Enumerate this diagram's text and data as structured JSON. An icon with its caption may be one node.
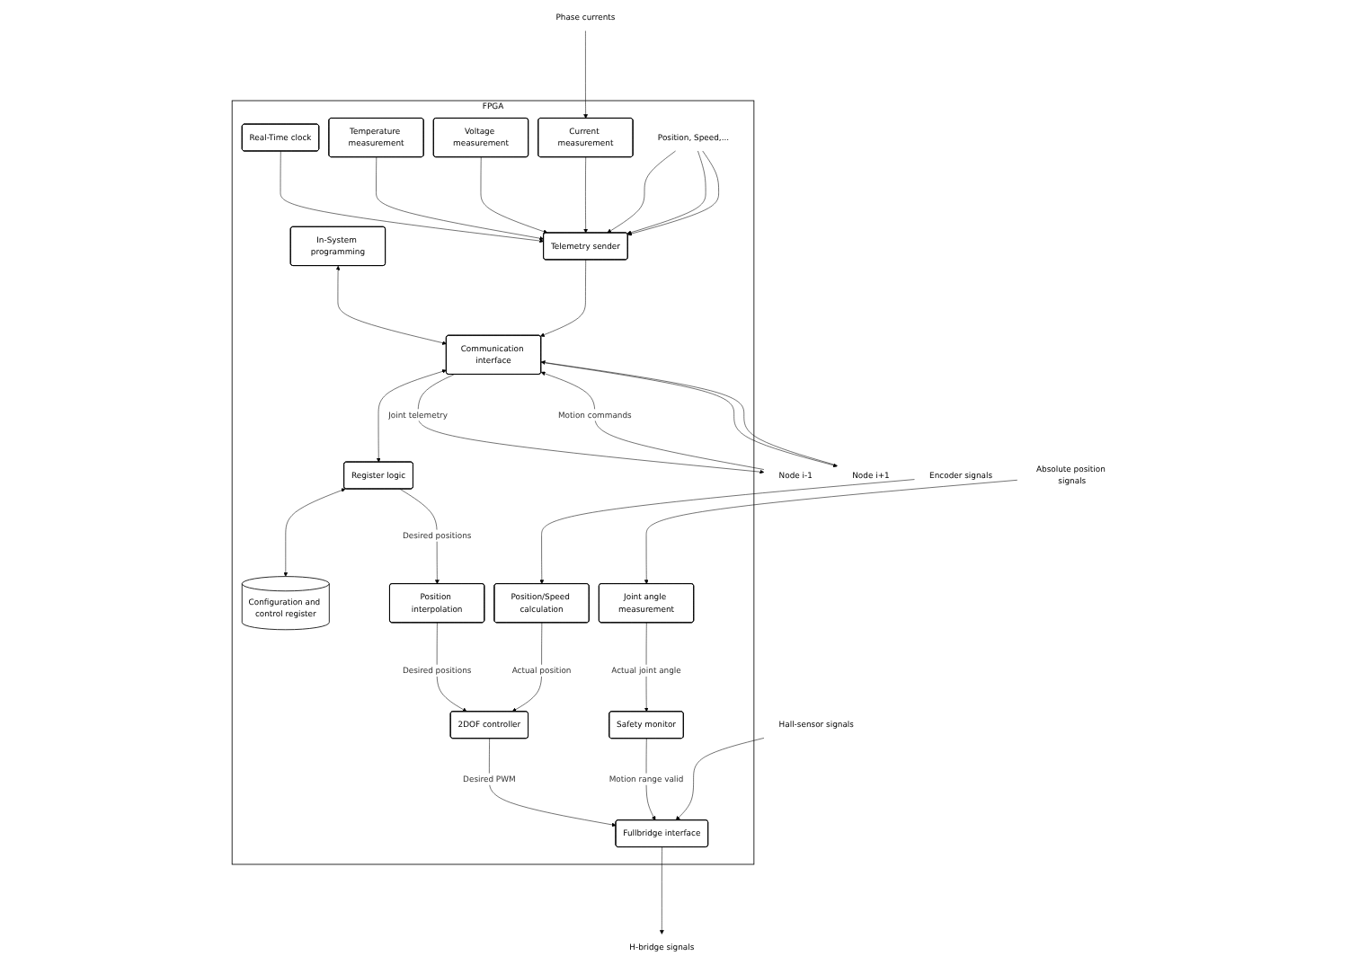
{
  "diagram": {
    "nodes": [
      {
        "text": [
          "FPGA"
        ]
      },
      {
        "text": [
          "Node i-1"
        ]
      },
      {
        "text": [
          "Node i+1"
        ]
      },
      {
        "text": [
          "Communication interface"
        ],
        "in": 0
      },
      {
        "text": [
          "In-System programming"
        ],
        "in": 0
      },
      {
        "text": [
          "Register logic"
        ],
        "in": 0
      },
      {
        "text": [
          "Configuration and control register"
        ],
        "in": 0
      },
      {
        "text": [
          "Real-Time clock"
        ],
        "in": 0
      },
      {
        "text": [
          "Telemetry sender"
        ],
        "in": 0
      },
      {
        "text": [
          "Position, Speed,..."
        ],
        "in": 0
      },
      {
        "text": [
          "Position interpolation"
        ],
        "in": 0
      },
      {
        "text": [
          "Temperature measurement"
        ],
        "in": 0
      },
      {
        "text": [
          "Voltage measurement"
        ],
        "in": 0
      },
      {
        "text": [
          "2DOF controller"
        ],
        "in": 0
      },
      {
        "text": [
          "Safety monitor"
        ],
        "in": 0
      },
      {
        "text": [
          "Current measurement"
        ],
        "in": 0
      },
      {
        "text": [
          "Position/Speed calculation"
        ],
        "in": 0
      },
      {
        "text": [
          "Fullbridge interface"
        ],
        "in": 0
      },
      {
        "text": [
          "Joint angle measurement"
        ],
        "in": 0
      },
      {
        "text": [
          "Phase currents"
        ]
      },
      {
        "text": [
          "Encoder signals"
        ]
      },
      {
        "text": [
          "Hall-sensor signals"
        ]
      },
      {
        "text": [
          "H-bridge signals"
        ]
      },
      {
        "text": [
          "Absolute position signals"
        ]
      }
    ],
    "edges": [
      {
        "from": 1,
        "to": 3,
        "arrow": "to",
        "label": "Motion commands"
      },
      {
        "from": 3,
        "to": 1,
        "arrow": "to",
        "label": "Joint telemetry"
      },
      {
        "from": 3,
        "to": 2,
        "arrow": "to"
      },
      {
        "from": 2,
        "to": 3,
        "arrow": "to"
      },
      {
        "from": 4,
        "to": 3,
        "arrow": "both"
      },
      {
        "from": 8,
        "to": 3,
        "arrow": "to"
      },
      {
        "from": 3,
        "to": 5,
        "arrow": "both"
      },
      {
        "from": 5,
        "to": 6,
        "arrow": "both"
      },
      {
        "from": 7,
        "to": 8,
        "arrow": "to"
      },
      {
        "from": 11,
        "to": 8,
        "arrow": "to"
      },
      {
        "from": 12,
        "to": 8,
        "arrow": "to"
      },
      {
        "from": 15,
        "to": 8,
        "arrow": "to"
      },
      {
        "from": 9,
        "to": 8,
        "arrow": "to"
      },
      {
        "from": 9,
        "to": 8,
        "arrow": "to"
      },
      {
        "from": 9,
        "to": 8,
        "arrow": "to"
      },
      {
        "from": 5,
        "to": 10,
        "arrow": "to",
        "label": "Desired positions"
      },
      {
        "from": 10,
        "to": 13,
        "arrow": "to",
        "label": "Desired positions"
      },
      {
        "from": 16,
        "to": 13,
        "arrow": "to",
        "label": "Actual position"
      },
      {
        "from": 13,
        "to": 17,
        "arrow": "to",
        "label": "Desired PWM"
      },
      {
        "from": 14,
        "to": 17,
        "arrow": "to",
        "label": "Motion range valid"
      },
      {
        "from": 18,
        "to": 14,
        "arrow": "to",
        "label": "Actual joint angle"
      },
      {
        "from": 19,
        "to": 15,
        "arrow": "to"
      },
      {
        "from": 20,
        "to": 16,
        "arrow": "to"
      },
      {
        "from": 21,
        "to": 17,
        "arrow": "to"
      },
      {
        "from": 17,
        "to": 22,
        "arrow": "to"
      },
      {
        "from": 23,
        "to": 18,
        "arrow": "to"
      }
    ]
  }
}
